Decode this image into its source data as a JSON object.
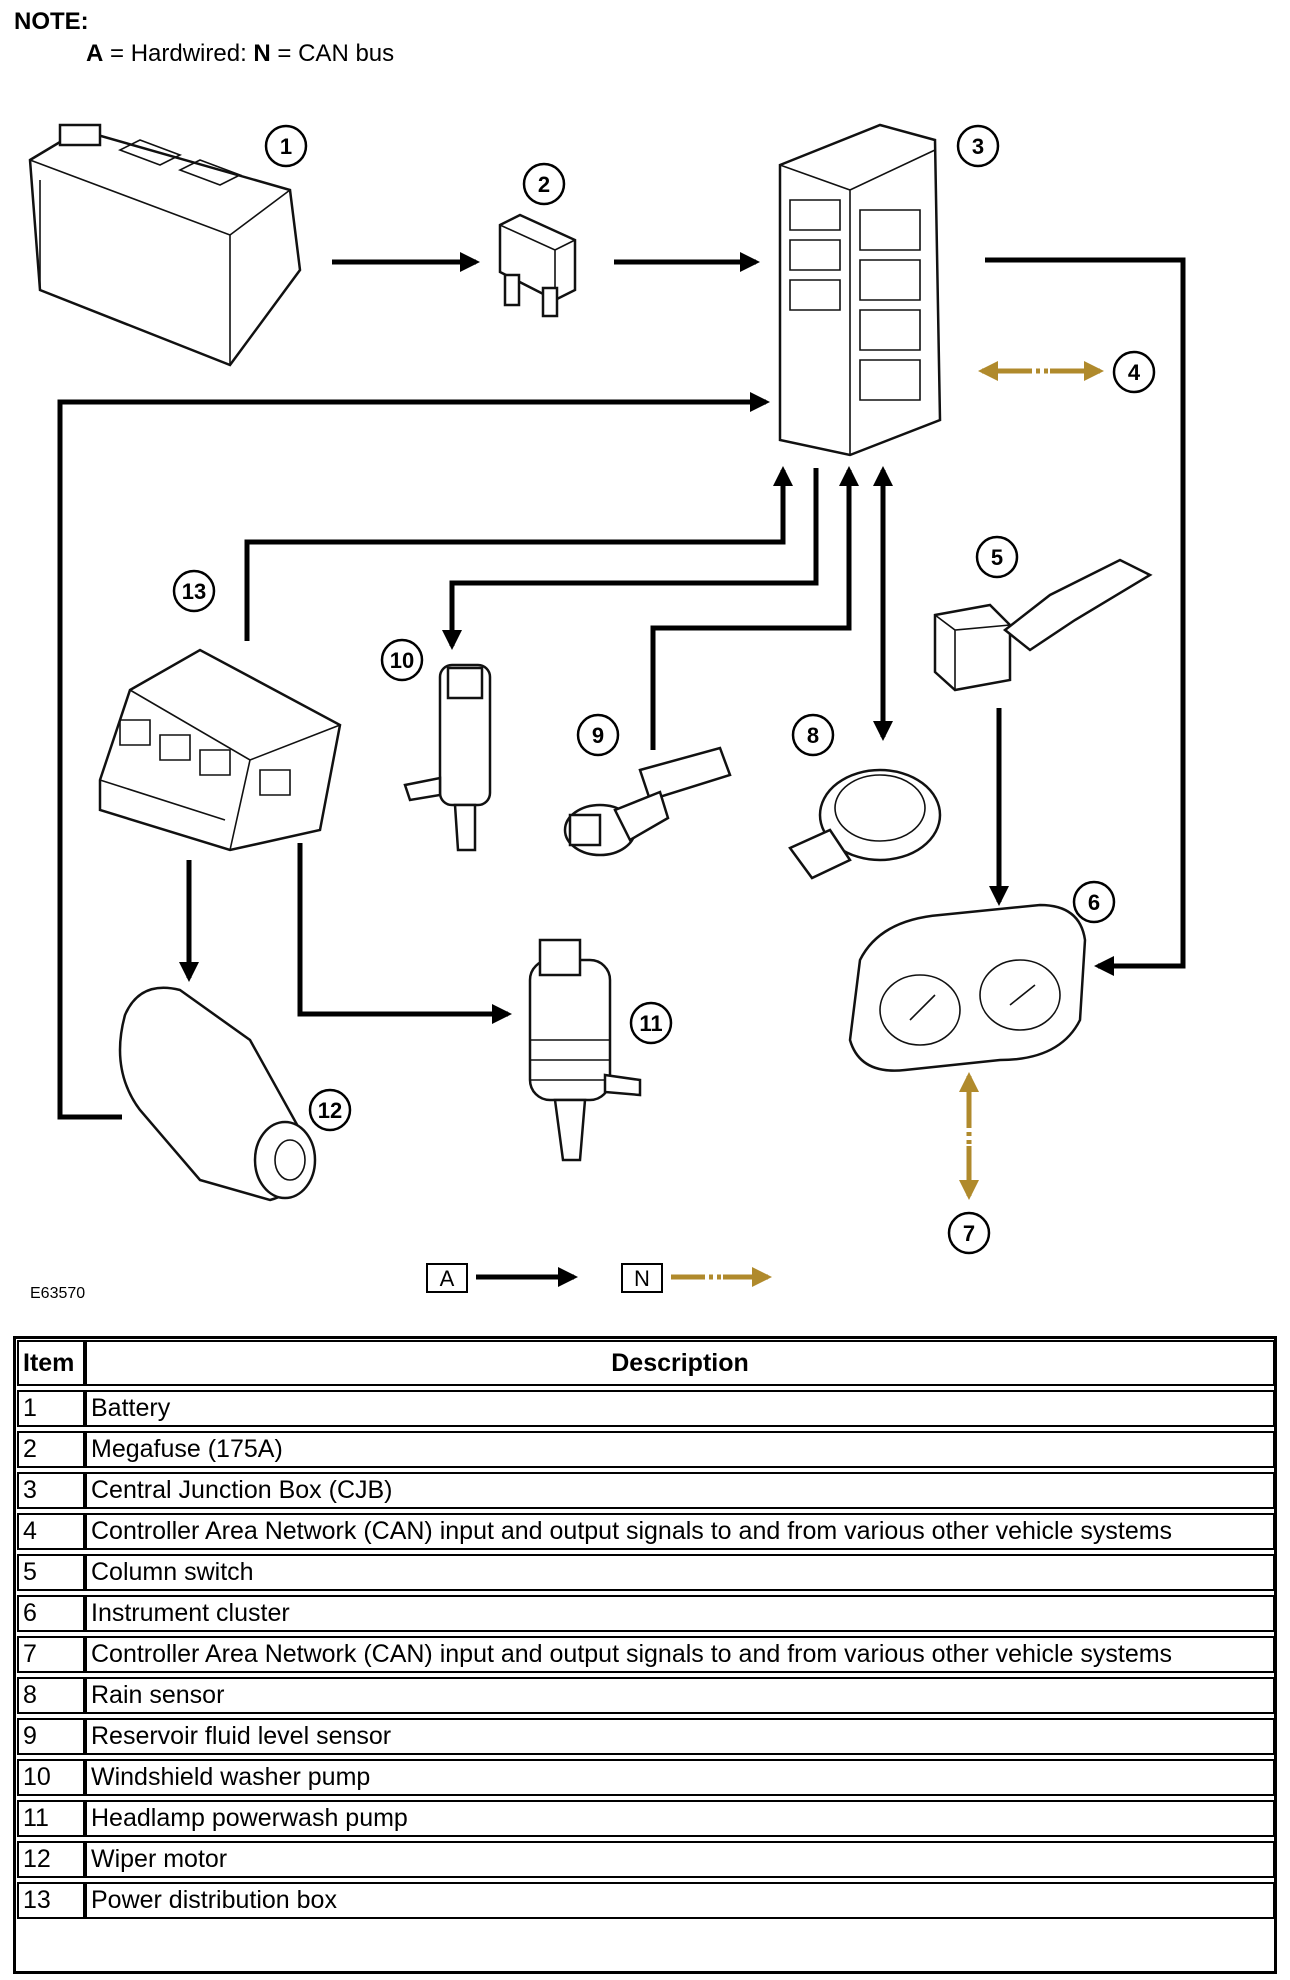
{
  "note": {
    "title": "NOTE:",
    "a_key": "A",
    "a_text": " = Hardwired: ",
    "n_key": "N",
    "n_text": " = CAN bus"
  },
  "diagram": {
    "callouts": [
      "1",
      "2",
      "3",
      "4",
      "5",
      "6",
      "7",
      "8",
      "9",
      "10",
      "11",
      "12",
      "13"
    ],
    "legend_a": "A",
    "legend_n": "N",
    "figure_id": "E63570",
    "colors": {
      "hardwired": "#000000",
      "can_bus": "#b08a2c"
    }
  },
  "table": {
    "headers": [
      "Item",
      "Description"
    ],
    "rows": [
      {
        "item": "1",
        "description": "Battery"
      },
      {
        "item": "2",
        "description": "Megafuse (175A)"
      },
      {
        "item": "3",
        "description": "Central Junction Box (CJB)"
      },
      {
        "item": "4",
        "description": "Controller Area Network (CAN) input and output signals to and from various other vehicle systems"
      },
      {
        "item": "5",
        "description": "Column switch"
      },
      {
        "item": "6",
        "description": "Instrument cluster"
      },
      {
        "item": "7",
        "description": "Controller Area Network (CAN) input and output signals to and from various other vehicle systems"
      },
      {
        "item": "8",
        "description": "Rain sensor"
      },
      {
        "item": "9",
        "description": "Reservoir fluid level sensor"
      },
      {
        "item": "10",
        "description": "Windshield washer pump"
      },
      {
        "item": "11",
        "description": "Headlamp powerwash pump"
      },
      {
        "item": "12",
        "description": "Wiper motor"
      },
      {
        "item": "13",
        "description": "Power distribution box"
      }
    ]
  }
}
